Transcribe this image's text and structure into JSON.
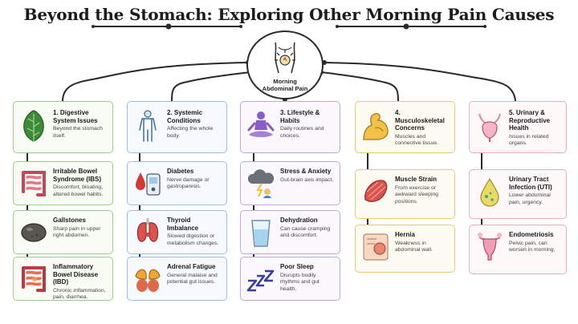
{
  "title": "Beyond the Stomach: Exploring Other Morning Pain Causes",
  "center": {
    "label_line1": "Morning",
    "label_line2": "Abdominal Pain",
    "icon": "torso-pain-icon"
  },
  "colors": {
    "digestive": "#9ccf8c",
    "systemic": "#9cbfe0",
    "lifestyle": "#c1a8e0",
    "musculoskeletal": "#ecc978",
    "urinary": "#eaaebc",
    "connector": "#2a2a2a"
  },
  "categories": [
    {
      "title": "1. Digestive System Issues",
      "desc": "Beyond the stomach itself.",
      "icon": "spinach-icon",
      "items": [
        {
          "title": "Irritable Bowel Syndrome (IBS)",
          "desc": "Discomfort, bloating, altered bowel habits.",
          "icon": "intestine-icon"
        },
        {
          "title": "Gallstones",
          "desc": "Sharp pain in upper right abdomen.",
          "icon": "gallstone-icon"
        },
        {
          "title": "Inflammatory Bowel Disease (IBD)",
          "desc": "Chronic inflammation, pain, diarrhea.",
          "icon": "inflamed-intestine-icon"
        }
      ]
    },
    {
      "title": "2. Systemic Conditions",
      "desc": "Affecting the whole body.",
      "icon": "body-outline-icon",
      "items": [
        {
          "title": "Diabetes",
          "desc": "Nerve damage or gastroparesis.",
          "icon": "glucose-meter-icon"
        },
        {
          "title": "Thyroid Imbalance",
          "desc": "Slowed digestion or metabolism changes.",
          "icon": "thyroid-icon"
        },
        {
          "title": "Adrenal Fatigue",
          "desc": "General malaise and potential gut issues.",
          "icon": "adrenal-gland-icon"
        }
      ]
    },
    {
      "title": "3. Lifestyle & Habits",
      "desc": "Daily routines and choices.",
      "icon": "meditation-icon",
      "items": [
        {
          "title": "Stress & Anxiety",
          "desc": "Gut-brain axis impact.",
          "icon": "storm-cloud-icon"
        },
        {
          "title": "Dehydration",
          "desc": "Can cause cramping and discomfort.",
          "icon": "water-glass-icon"
        },
        {
          "title": "Poor Sleep",
          "desc": "Disrupts bodily rhythms and gut health.",
          "icon": "sleep-zzz-icon"
        }
      ]
    },
    {
      "title": "4. Musculoskeletal Concerns",
      "desc": "Muscles and connective tissue.",
      "icon": "flexed-arm-icon",
      "items": [
        {
          "title": "Muscle Strain",
          "desc": "From exercise or awkward sleeping positions.",
          "icon": "muscle-fiber-icon"
        },
        {
          "title": "Hernia",
          "desc": "Weakness in abdominal wall.",
          "icon": "hernia-icon"
        }
      ]
    },
    {
      "title": "5. Urinary & Reproductive Health",
      "desc": "Issues in related organs.",
      "icon": "bladder-icon",
      "items": [
        {
          "title": "Urinary Tract Infection (UTI)",
          "desc": "Lower abdominal pain, urgency.",
          "icon": "urine-drop-icon"
        },
        {
          "title": "Endometriosis",
          "desc": "Pelvic pain, can worsen in morning.",
          "icon": "uterus-icon"
        }
      ]
    }
  ]
}
